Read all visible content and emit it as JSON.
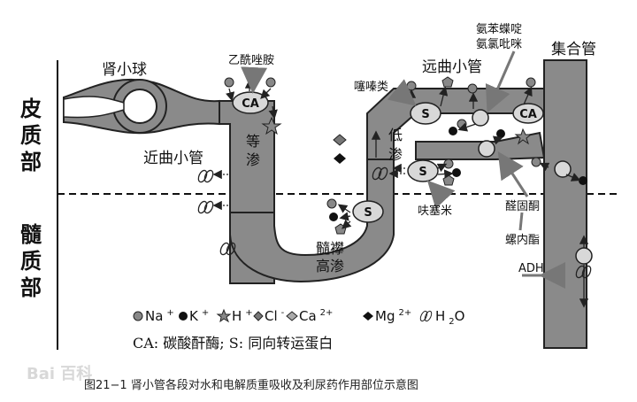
{
  "zones": {
    "cortex": [
      "皮",
      "质",
      "部"
    ],
    "medulla": [
      "髓",
      "质",
      "部"
    ]
  },
  "segments": {
    "glomerulus": "肾小球",
    "proximal_tubule": "近曲小管",
    "distal_tubule": "远曲小管",
    "collecting_duct": "集合管",
    "isotonic": [
      "等",
      "渗"
    ],
    "hypotonic": [
      "低",
      "渗"
    ],
    "loop": "髓襻",
    "hypertonic": "高渗"
  },
  "drugs": {
    "acetazolamide": "乙酰唑胺",
    "thiazides": "噻嗪类",
    "triamterene_amiloride": [
      "氨苯蝶啶",
      "氨氯吡咪"
    ],
    "furosemide": "呋塞米",
    "aldosterone": "醛固酮",
    "spironolactone": "螺内酯",
    "adh": "ADH"
  },
  "markers": {
    "ca": "CA",
    "s": "S"
  },
  "legend": {
    "na": "Na",
    "na_sup": "+",
    "k": "K",
    "k_sup": "+",
    "h": "H",
    "h_sup": "+",
    "cl": "Cl",
    "cl_sup": "-",
    "ca": "Ca",
    "ca_sup": "2+",
    "mg": "Mg",
    "mg_sup": "2+",
    "water": "H",
    "water_sub": "2",
    "water_tail": "O"
  },
  "abbreviations": "CA:  碳酸酐酶;  S:  同向转运蛋白",
  "caption": "图21−1  肾小管各段对水和电解质重吸收及利尿药作用部位示意图",
  "watermark": "Bai 百科"
}
